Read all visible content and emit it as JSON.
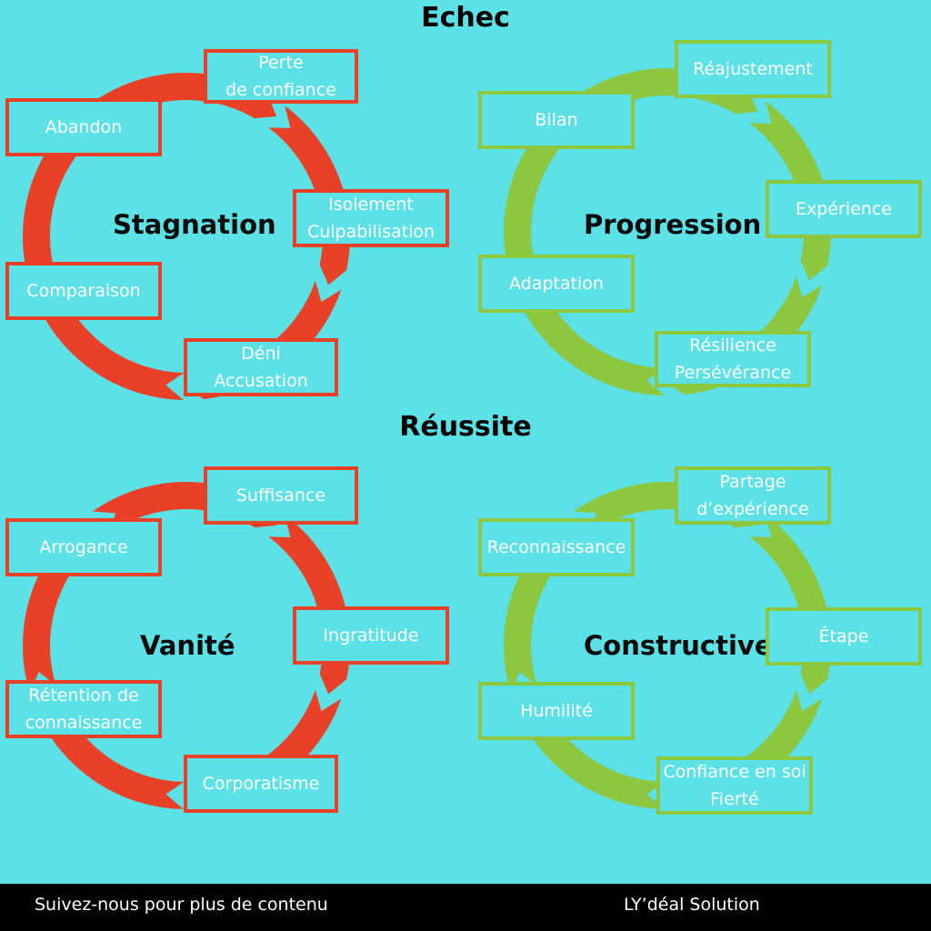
{
  "headings": {
    "failure": "Echec",
    "success": "Réussite"
  },
  "colors": {
    "background": "#5ce1e6",
    "negative": "#e84127",
    "positive": "#8dc63f",
    "footer": "#000000"
  },
  "cycles": [
    {
      "id": "stagnation",
      "title": "Stagnation",
      "tone": "negative",
      "steps": [
        {
          "lines": [
            "Perte",
            "de confiance"
          ]
        },
        {
          "lines": [
            "Isolement",
            "Culpabilisation"
          ]
        },
        {
          "lines": [
            "Déni",
            "Accusation"
          ]
        },
        {
          "lines": [
            "Comparaison"
          ]
        },
        {
          "lines": [
            "Abandon"
          ]
        }
      ]
    },
    {
      "id": "progression",
      "title": "Progression",
      "tone": "positive",
      "steps": [
        {
          "lines": [
            "Réajustement"
          ]
        },
        {
          "lines": [
            "Expérience"
          ]
        },
        {
          "lines": [
            "Résilience",
            "Persévérance"
          ]
        },
        {
          "lines": [
            "Adaptation"
          ]
        },
        {
          "lines": [
            "Bilan"
          ]
        }
      ]
    },
    {
      "id": "vanite",
      "title": "Vanité",
      "tone": "negative",
      "steps": [
        {
          "lines": [
            "Suffisance"
          ]
        },
        {
          "lines": [
            "Ingratitude"
          ]
        },
        {
          "lines": [
            "Corporatisme"
          ]
        },
        {
          "lines": [
            "Rétention de",
            "connaissance"
          ]
        },
        {
          "lines": [
            "Arrogance"
          ]
        }
      ]
    },
    {
      "id": "constructive",
      "title": "Constructive",
      "tone": "positive",
      "steps": [
        {
          "lines": [
            "Partage",
            "d’expérience"
          ]
        },
        {
          "lines": [
            "Étape"
          ]
        },
        {
          "lines": [
            "Confiance en soi",
            "Fierté"
          ]
        },
        {
          "lines": [
            "Humilité"
          ]
        },
        {
          "lines": [
            "Reconnaissance"
          ]
        }
      ]
    }
  ],
  "footer": {
    "left": "Suivez-nous pour plus de contenu",
    "right": "LY’déal Solution"
  }
}
